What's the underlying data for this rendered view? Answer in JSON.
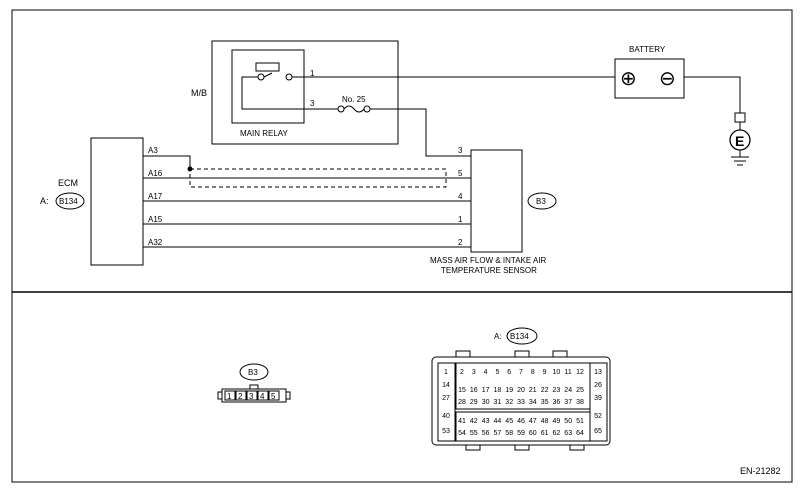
{
  "title_code": "EN-21282",
  "main_box": {
    "label": "M/B"
  },
  "main_relay": {
    "label": "MAIN RELAY",
    "pin_top": "1",
    "pin_bottom": "3"
  },
  "fuse": {
    "label": "No. 25"
  },
  "battery": {
    "label": "BATTERY",
    "plus": "⊕",
    "minus": "⊖"
  },
  "ground": {
    "symbol": "E"
  },
  "ecm": {
    "label": "ECM",
    "connector_prefix": "A:",
    "connector": "B134",
    "pins": [
      "A3",
      "A16",
      "A17",
      "A15",
      "A32"
    ]
  },
  "sensor": {
    "connector": "B3",
    "label_line1": "MASS AIR FLOW & INTAKE AIR",
    "label_line2": "TEMPERATURE SENSOR",
    "pins": [
      "3",
      "5",
      "4",
      "1",
      "2"
    ]
  },
  "b3_connector": {
    "label": "B3",
    "pins": [
      "1",
      "2",
      "3",
      "4",
      "5"
    ]
  },
  "b134_connector": {
    "prefix": "A:",
    "label": "B134",
    "left_col": [
      "1",
      "14",
      "27",
      "40",
      "53"
    ],
    "right_col": [
      "13",
      "26",
      "39",
      "52",
      "65"
    ],
    "row1": [
      "2",
      "3",
      "4",
      "5",
      "6",
      "7",
      "8",
      "9",
      "10",
      "11",
      "12"
    ],
    "row2": [
      "15",
      "16",
      "17",
      "18",
      "19",
      "20",
      "21",
      "22",
      "23",
      "24",
      "25"
    ],
    "row3": [
      "28",
      "29",
      "30",
      "31",
      "32",
      "33",
      "34",
      "35",
      "36",
      "37",
      "38"
    ],
    "row4": [
      "41",
      "42",
      "43",
      "44",
      "45",
      "46",
      "47",
      "48",
      "49",
      "50",
      "51"
    ],
    "row5": [
      "54",
      "55",
      "56",
      "57",
      "58",
      "59",
      "60",
      "61",
      "62",
      "63",
      "64"
    ]
  }
}
